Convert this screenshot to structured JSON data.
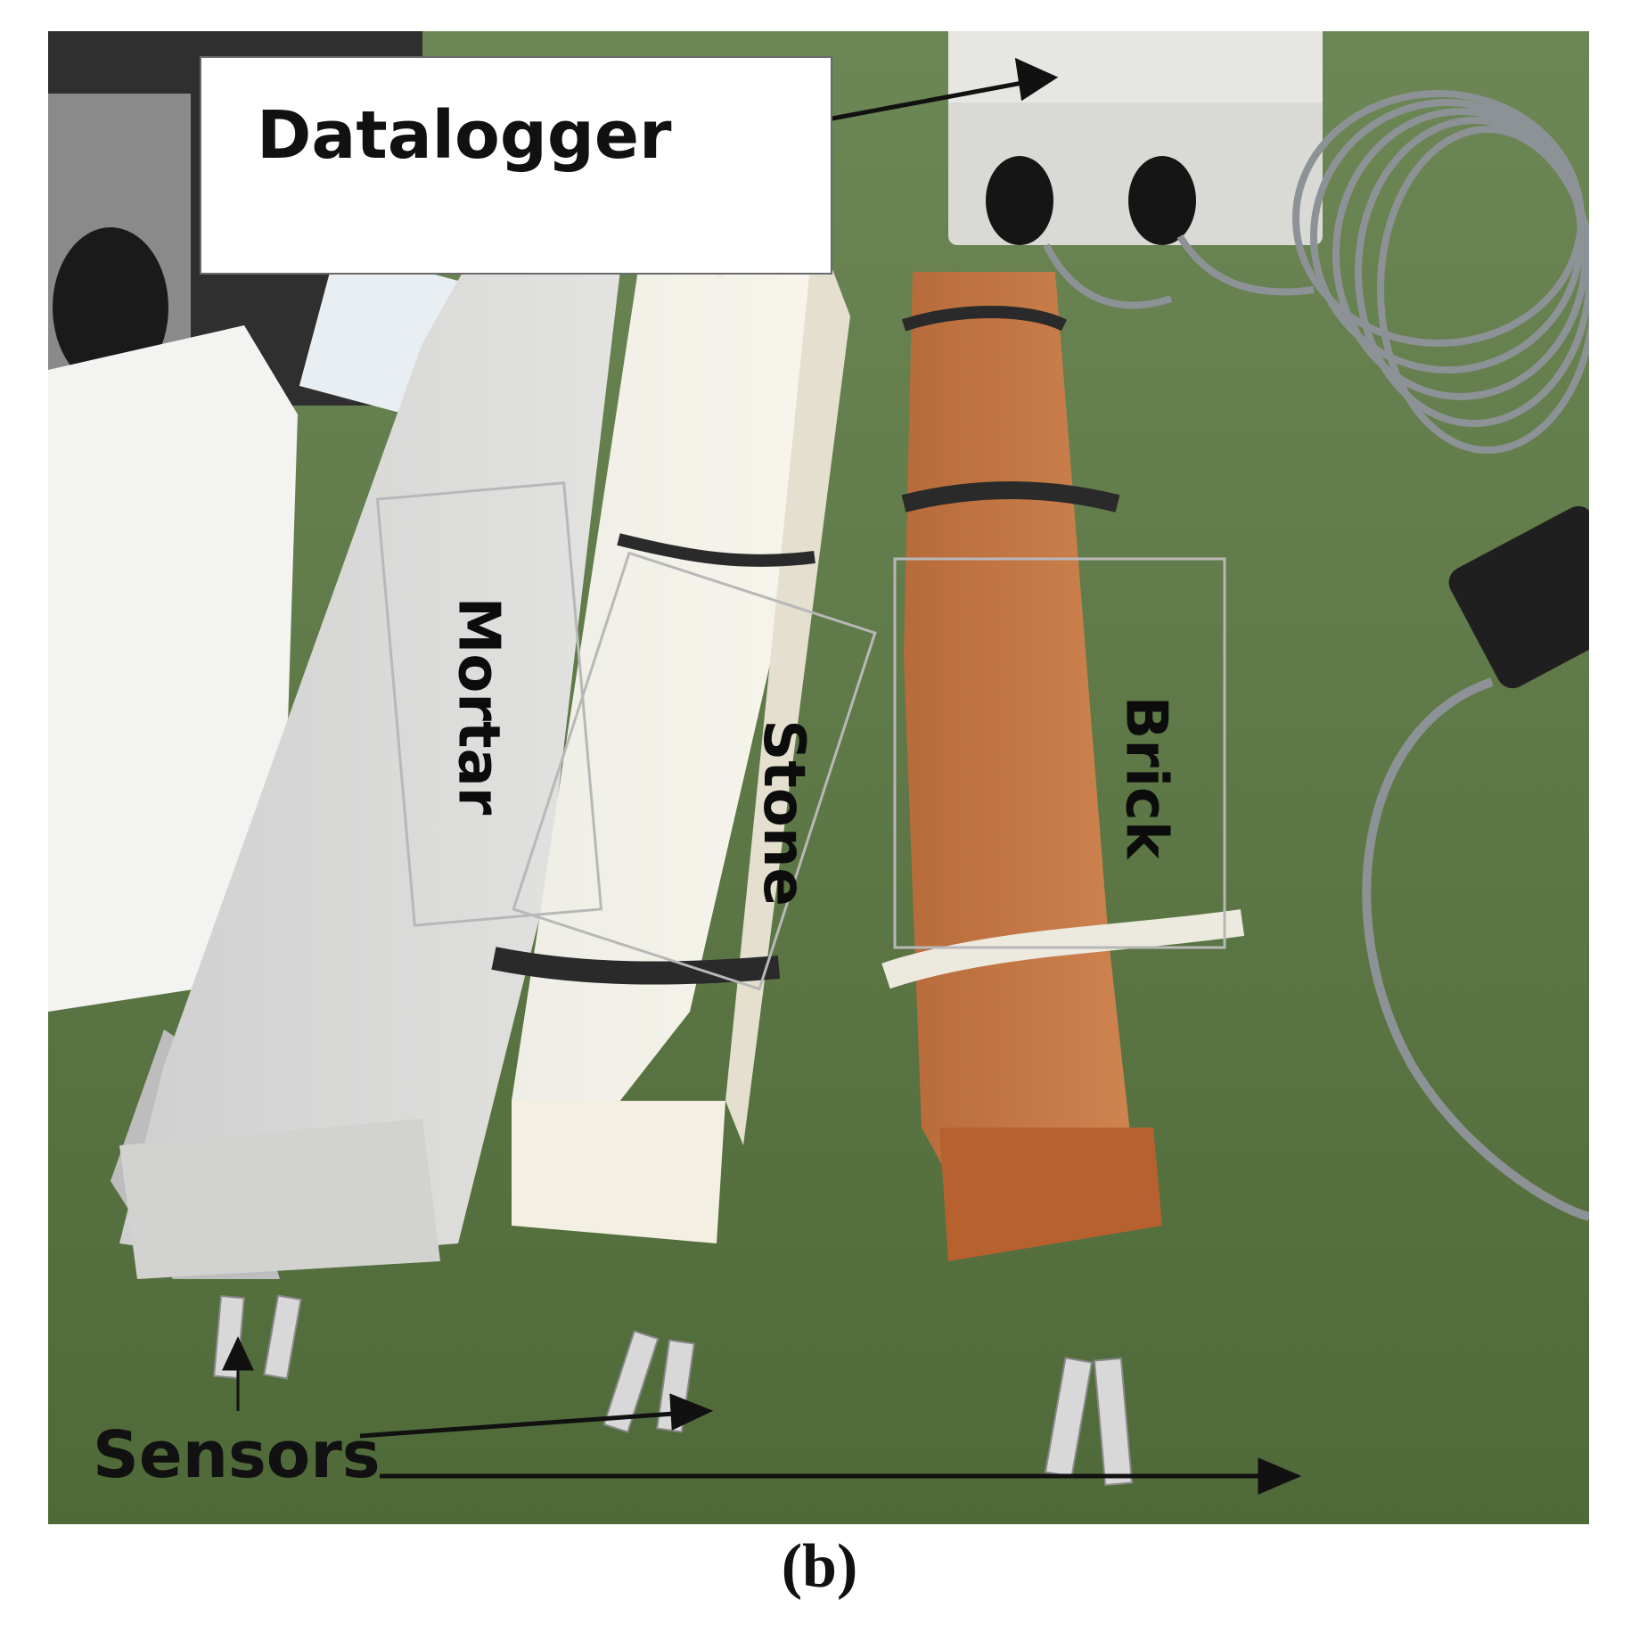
{
  "figure": {
    "labels": {
      "datalogger": "Datalogger",
      "mortar": "Mortar",
      "stone": "Stone",
      "brick": "Brick",
      "sensors": "Sensors"
    },
    "caption": "(b)"
  }
}
